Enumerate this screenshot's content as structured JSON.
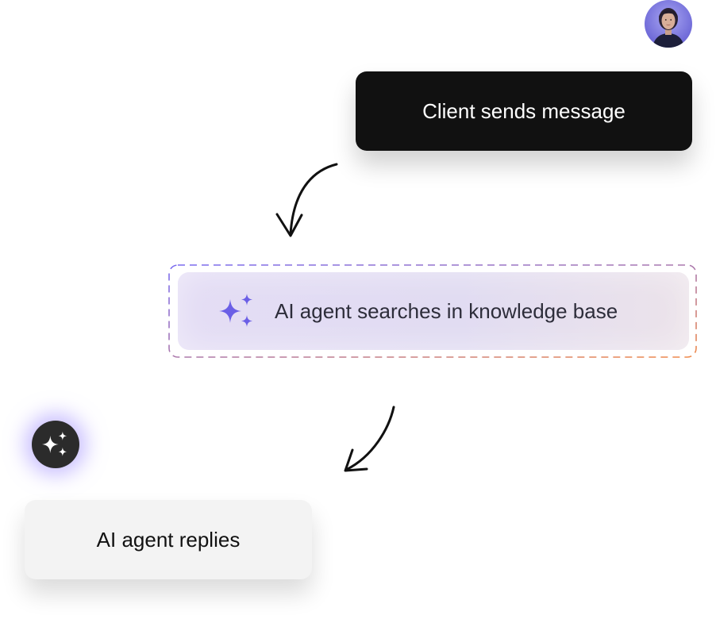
{
  "steps": {
    "client": {
      "label": "Client sends message"
    },
    "search": {
      "label": "AI agent searches in knowledge base"
    },
    "reply": {
      "label": "AI agent replies"
    }
  },
  "icons": {
    "avatar": "user-avatar",
    "search_icon": "sparkles-icon",
    "badge_icon": "sparkles-icon",
    "arrows": "curved-arrow-icon"
  },
  "colors": {
    "client_bg": "#111111",
    "search_accent": "#6b5fe6",
    "dash_start": "#7a6cf0",
    "dash_end": "#f08a4a",
    "reply_bg": "#f3f3f3",
    "badge_bg": "#2b2b2b",
    "badge_glow": "#9682ff"
  }
}
